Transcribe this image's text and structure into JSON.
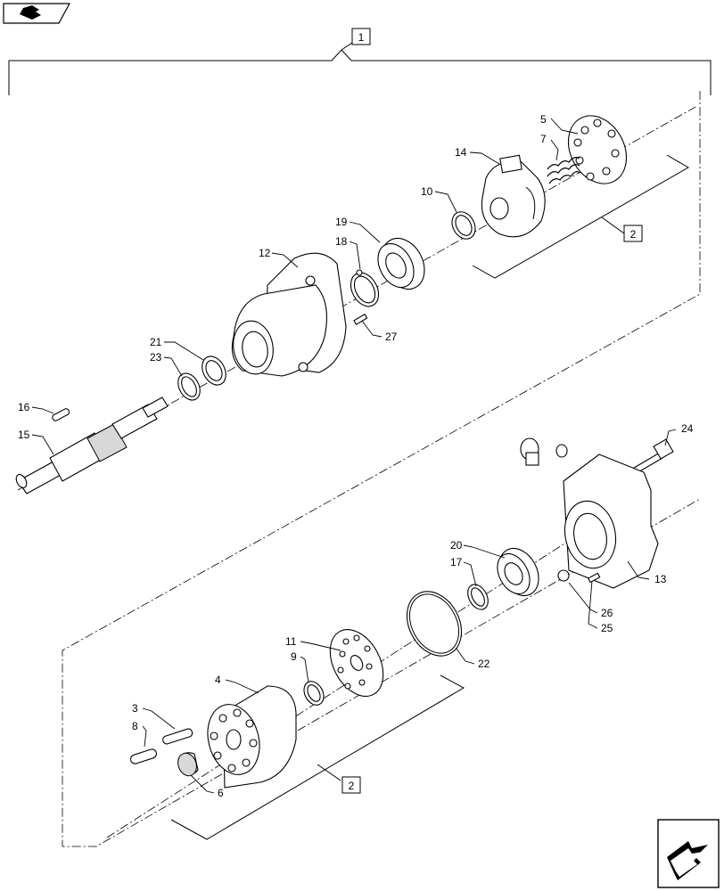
{
  "icons": {
    "top_left": "book-arrow-icon",
    "bottom_right": "next-page-arrow-icon"
  },
  "callouts": {
    "c1": "1",
    "c2": "2",
    "c3": "3",
    "c4": "4",
    "c5": "5",
    "c6": "6",
    "c7": "7",
    "c8": "8",
    "c9": "9",
    "c10": "10",
    "c11": "11",
    "c12": "12",
    "c13": "13",
    "c14": "14",
    "c15": "15",
    "c16": "16",
    "c17": "17",
    "c18": "18",
    "c19": "19",
    "c20": "20",
    "c21": "21",
    "c22": "22",
    "c23": "23",
    "c24": "24",
    "c25": "25",
    "c26": "26",
    "c27": "27"
  },
  "boxed": {
    "assembly": "1",
    "kit_upper": "2",
    "kit_lower": "2"
  }
}
